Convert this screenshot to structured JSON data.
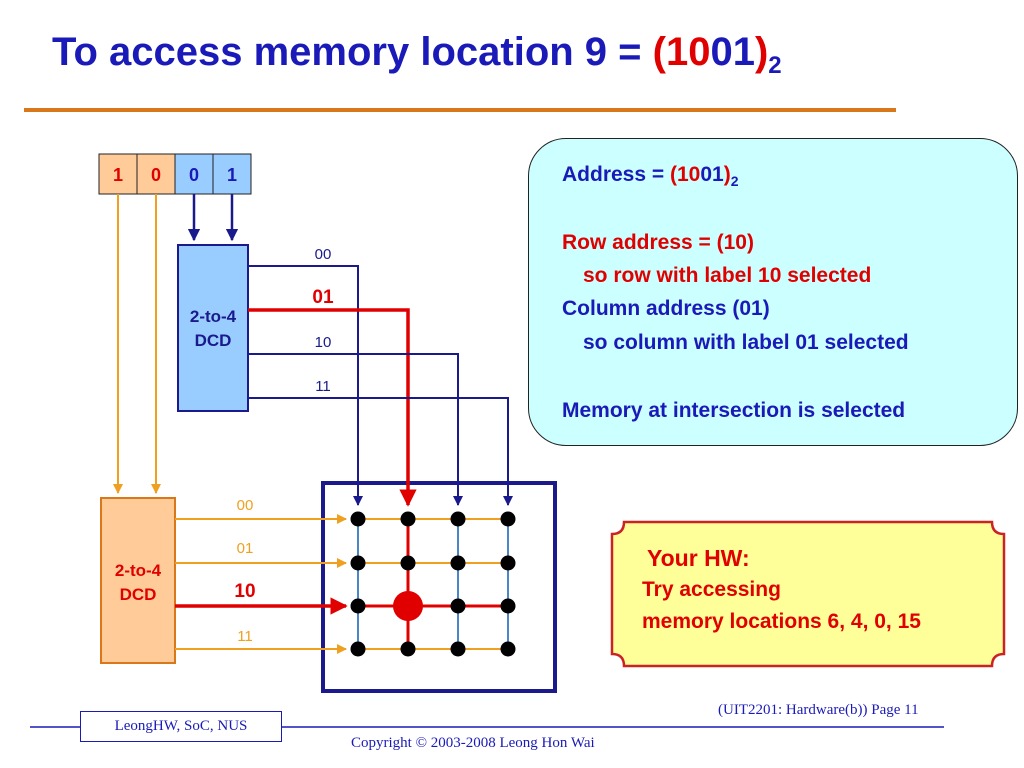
{
  "title": {
    "text_start": "To access memory location 9 = ",
    "paren_open": "(",
    "red_digits": "10",
    "blue_digits": "01",
    "paren_close": ")",
    "subscript": "2"
  },
  "address_bits": [
    "1",
    "0",
    "0",
    "1"
  ],
  "decoders": {
    "column": {
      "line1": "2-to-4",
      "line2": "DCD"
    },
    "row": {
      "line1": "2-to-4",
      "line2": "DCD"
    }
  },
  "column_labels": [
    "00",
    "01",
    "10",
    "11"
  ],
  "row_labels": [
    "00",
    "01",
    "10",
    "11"
  ],
  "selected": {
    "row_index": 2,
    "column_index": 1
  },
  "info_box": {
    "addr_prefix": "Address = ",
    "addr_open": "(",
    "addr_red": "10",
    "addr_blue": "01",
    "addr_close": ")",
    "addr_sub": "2",
    "row_address": "Row address = (10)",
    "row_selected": "so row with label 10 selected",
    "column_address": "Column address (01)",
    "column_selected": "so column with label 01 selected",
    "memory_selected": "Memory at intersection is selected"
  },
  "homework": {
    "heading": "Your HW:",
    "line1": "Try accessing",
    "line2": "memory locations 6, 4, 0, 15"
  },
  "footer": {
    "page": "(UIT2201: Hardware(b)) Page 11",
    "author": "LeongHW, SoC, NUS",
    "copyright": "Copyright © 2003-2008 Leong Hon Wai"
  },
  "colors": {
    "title_blue": "#1a1ab8",
    "highlight_red": "#e00000",
    "row_orange": "#f0a020",
    "column_navy": "#1a1a8c",
    "grid_vertical_blue": "#4a86c8",
    "row_decoder_fill": "#ffcc99",
    "column_decoder_fill": "#99ccff",
    "info_fill": "#ccffff",
    "homework_fill": "#ffff99",
    "rule_orange": "#d9781a"
  }
}
